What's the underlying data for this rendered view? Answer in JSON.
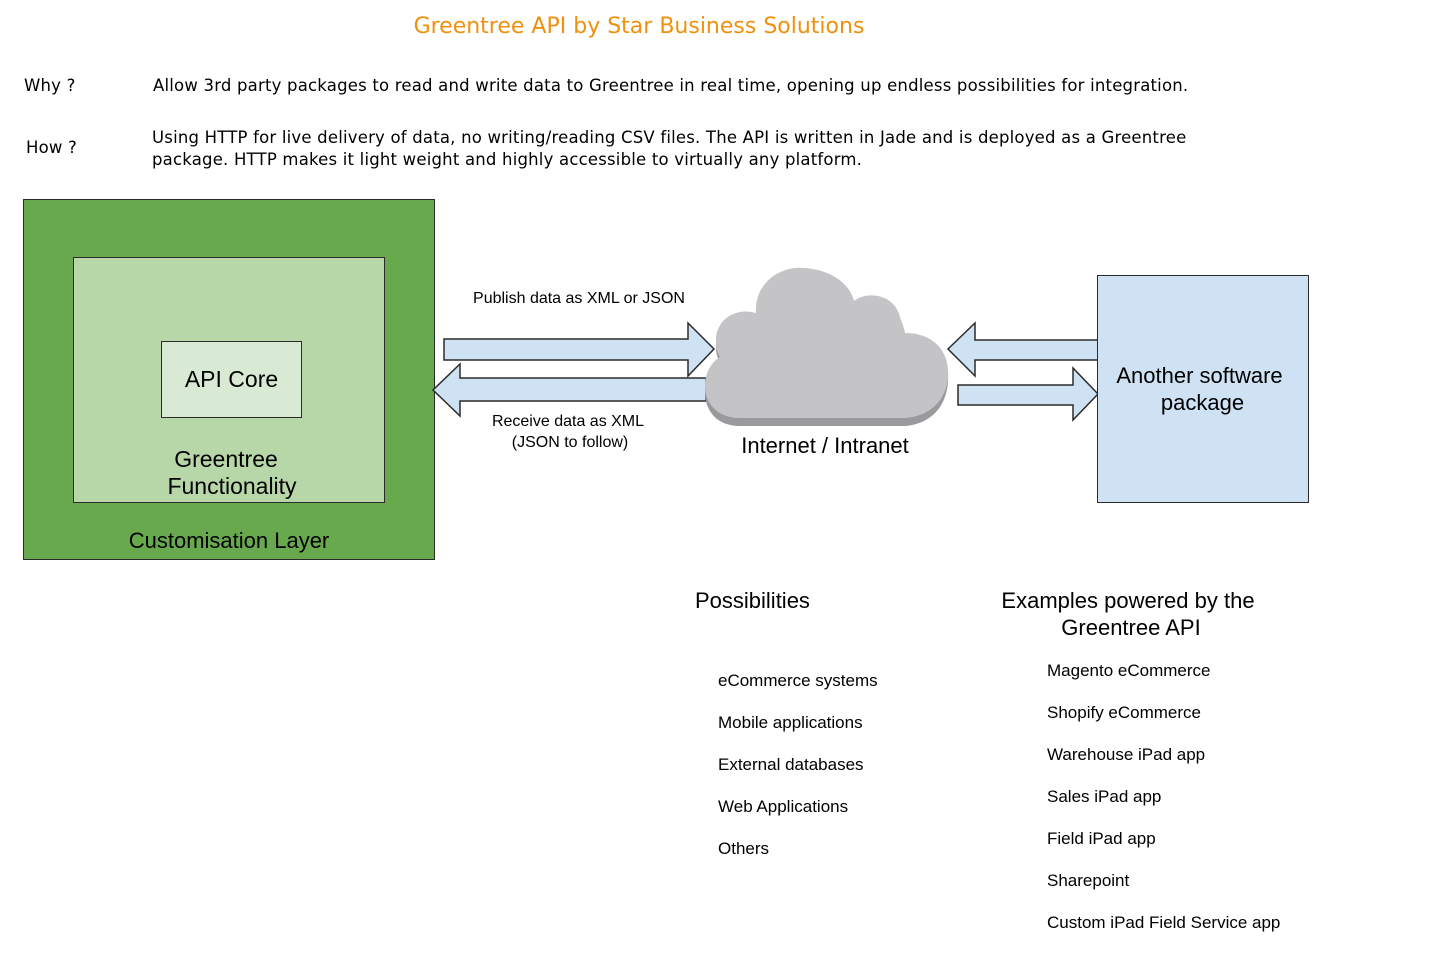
{
  "title": "Greentree API by Star Business Solutions",
  "why": {
    "label": "Why ?",
    "text": "Allow 3rd party packages to read and write data to Greentree in real time, opening up endless possibilities for integration."
  },
  "how": {
    "label": "How ?",
    "line1": "Using HTTP for live delivery of data, no writing/reading CSV files.  The API is written in Jade and is deployed as a Greentree",
    "line2": "package. HTTP makes it light weight and highly accessible to virtually any platform."
  },
  "diagram": {
    "customisation_layer": "Customisation Layer",
    "greentree_functionality_line1": "Greentree",
    "greentree_functionality_line2": "Functionality",
    "api_core": "API Core",
    "publish_label": "Publish data as XML or JSON",
    "receive_label_line1": "Receive data as XML",
    "receive_label_line2": "(JSON to follow)",
    "cloud_label": "Internet / Intranet",
    "another_line1": "Another software",
    "another_line2": "package",
    "colors": {
      "outer_green": "#68a94e",
      "middle_green": "#b7d7a8",
      "inner_green": "#d8ead3",
      "arrow_fill": "#cfe2f3",
      "cloud_fill": "#c4c4c6",
      "title_orange": "#f0900f"
    }
  },
  "possibilities": {
    "heading": "Possibilities",
    "items": [
      "eCommerce systems",
      "Mobile applications",
      "External databases",
      "Web Applications",
      "Others"
    ]
  },
  "examples": {
    "heading_line1": "Examples powered by the",
    "heading_line2": "Greentree API",
    "items": [
      "Magento eCommerce",
      "Shopify eCommerce",
      "Warehouse iPad app",
      "Sales iPad app",
      "Field iPad app",
      "Sharepoint",
      "Custom iPad Field Service app"
    ]
  }
}
